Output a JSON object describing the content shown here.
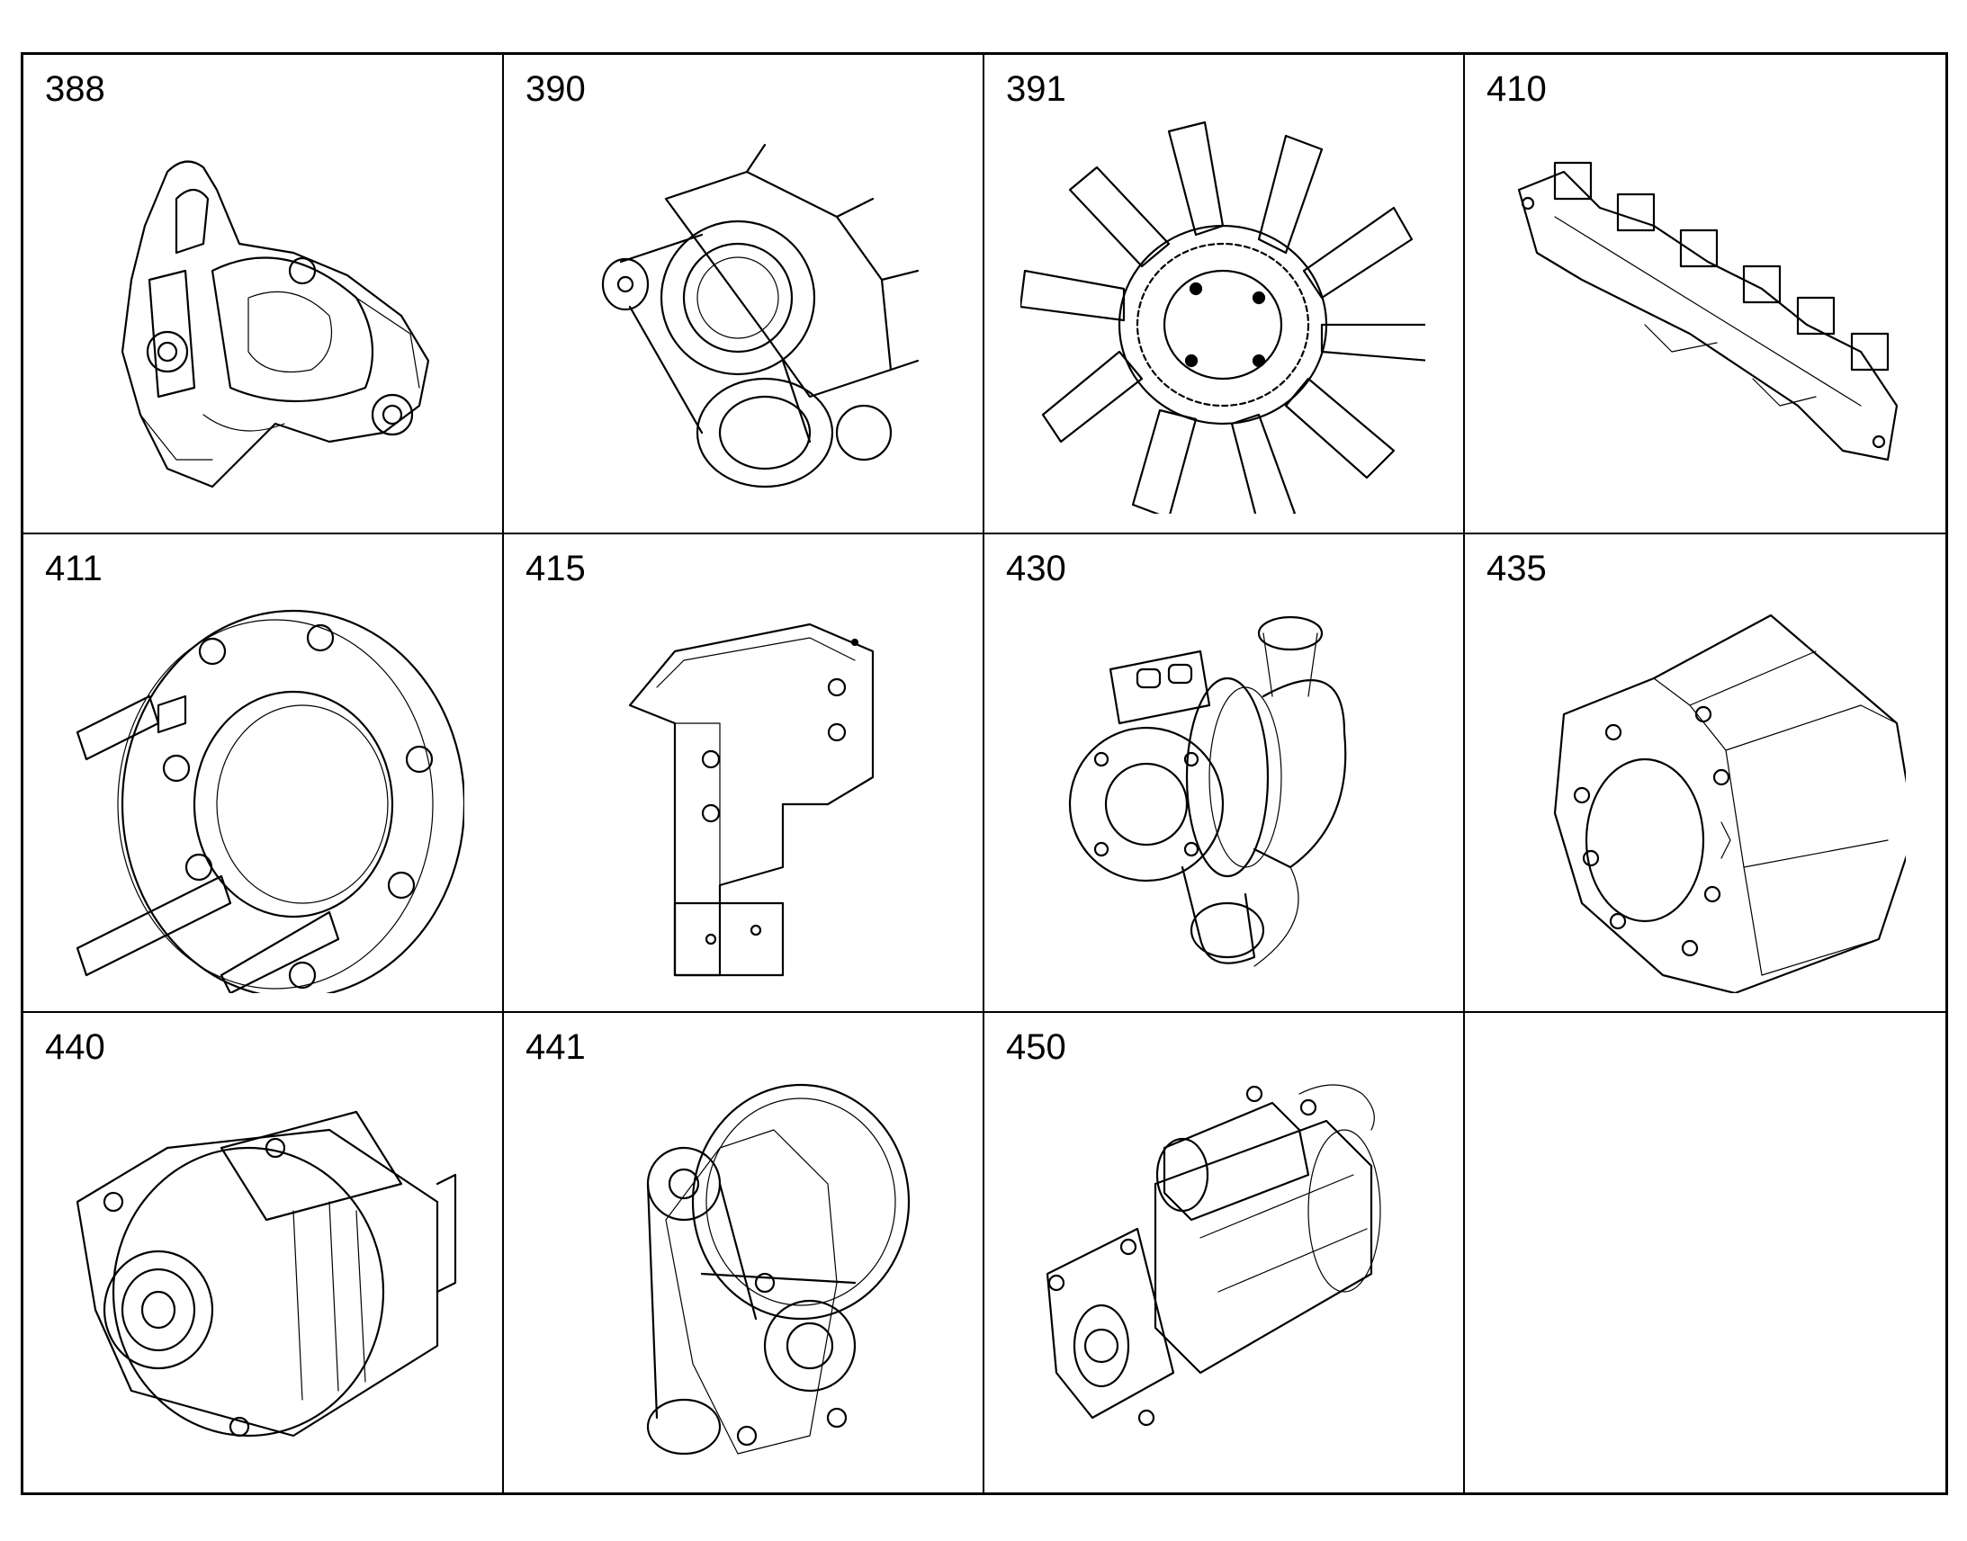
{
  "parts": [
    {
      "number": "388",
      "icon": "thermostat-housing-icon"
    },
    {
      "number": "390",
      "icon": "belt-drive-bracket-icon"
    },
    {
      "number": "391",
      "icon": "cooling-fan-icon"
    },
    {
      "number": "410",
      "icon": "exhaust-manifold-icon"
    },
    {
      "number": "411",
      "icon": "flange-adapter-icon"
    },
    {
      "number": "415",
      "icon": "mounting-bracket-icon"
    },
    {
      "number": "430",
      "icon": "turbocharger-icon"
    },
    {
      "number": "435",
      "icon": "heat-shield-icon"
    },
    {
      "number": "440",
      "icon": "alternator-icon"
    },
    {
      "number": "441",
      "icon": "belt-tensioner-assembly-icon"
    },
    {
      "number": "450",
      "icon": "starter-motor-icon"
    },
    {
      "number": "",
      "icon": ""
    }
  ]
}
